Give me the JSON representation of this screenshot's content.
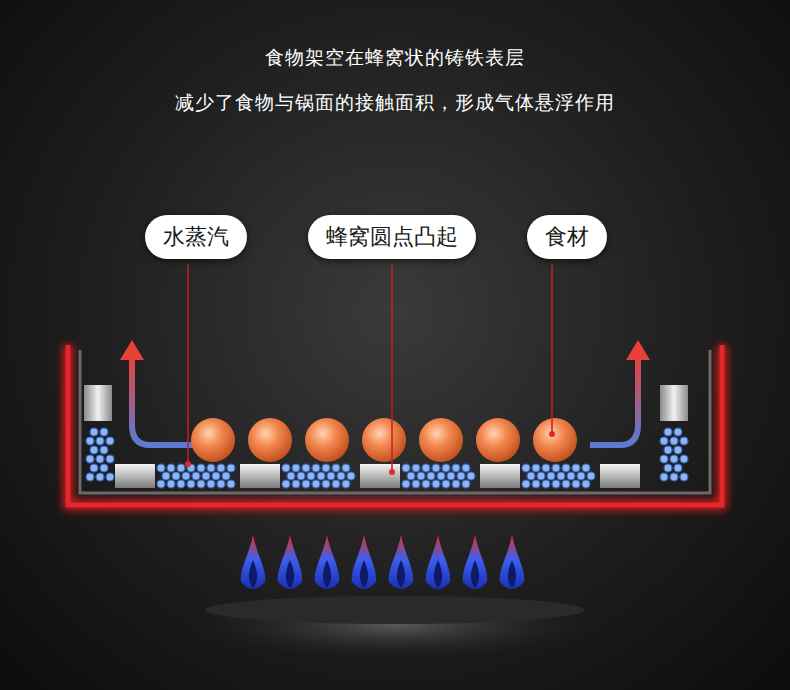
{
  "diagram": {
    "title": "食物架空在蜂窝状的铸铁表层",
    "nodes": [
      {
        "text": [
          "水蒸汽"
        ]
      },
      {
        "text": [
          "蜂窝圆点凸起"
        ]
      },
      {
        "text": [
          "食材"
        ]
      }
    ],
    "labels": [
      "减少了食物与锅面的接触面积，形成气体悬浮作用"
    ]
  }
}
